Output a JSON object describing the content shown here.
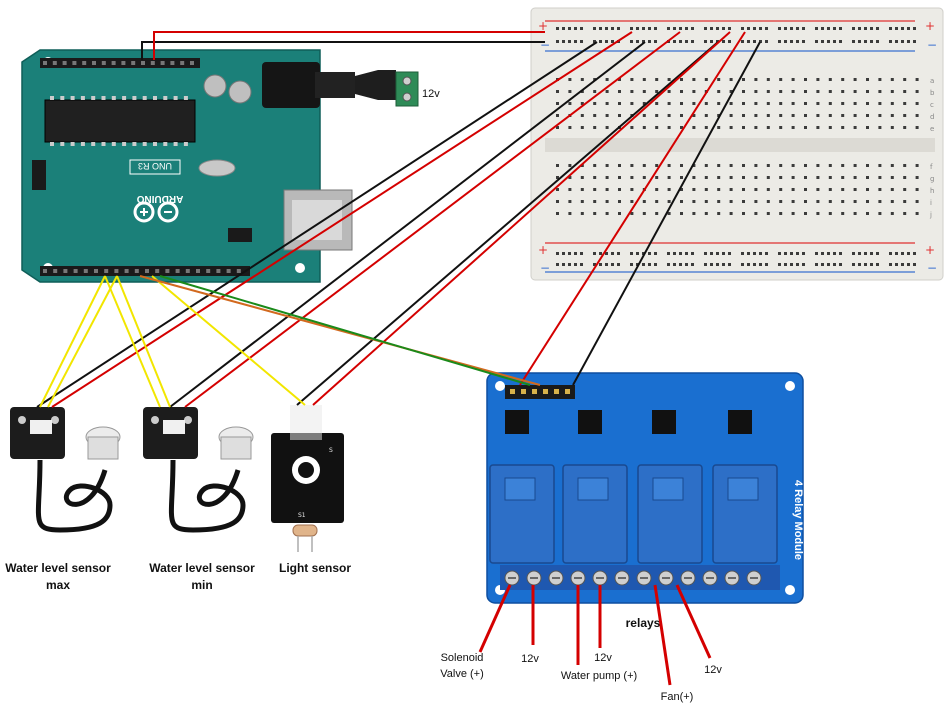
{
  "arduino": {
    "model": "UNO R3",
    "brand": "ARDUINO",
    "power_label": "12v"
  },
  "sensors": {
    "water_max": {
      "line1": "Water level sensor",
      "line2": "max"
    },
    "water_min": {
      "line1": "Water level sensor",
      "line2": "min"
    },
    "light": {
      "label": "Light sensor",
      "pin_s": "S",
      "chip": "S1"
    }
  },
  "relay": {
    "module_text": "4 Relay Module",
    "title": "relays",
    "terminals": [
      {
        "line1": "Solenoid",
        "line2": "Valve (+)"
      },
      {
        "line1": "12v",
        "line2": ""
      },
      {
        "line1": "Water pump (+)",
        "line2": ""
      },
      {
        "line1": "12v",
        "line2": ""
      },
      {
        "line1": "Fan(+)",
        "line2": ""
      },
      {
        "line1": "12v",
        "line2": ""
      }
    ]
  },
  "colors": {
    "wire_red": "#d40000",
    "wire_black": "#111111",
    "wire_yellow": "#f2e600",
    "wire_green": "#1a8a1a",
    "wire_orange": "#d2691e",
    "arduino_teal": "#1b8079",
    "relay_blue": "#1a6fd0",
    "relay_cube": "#2d6fc7"
  }
}
